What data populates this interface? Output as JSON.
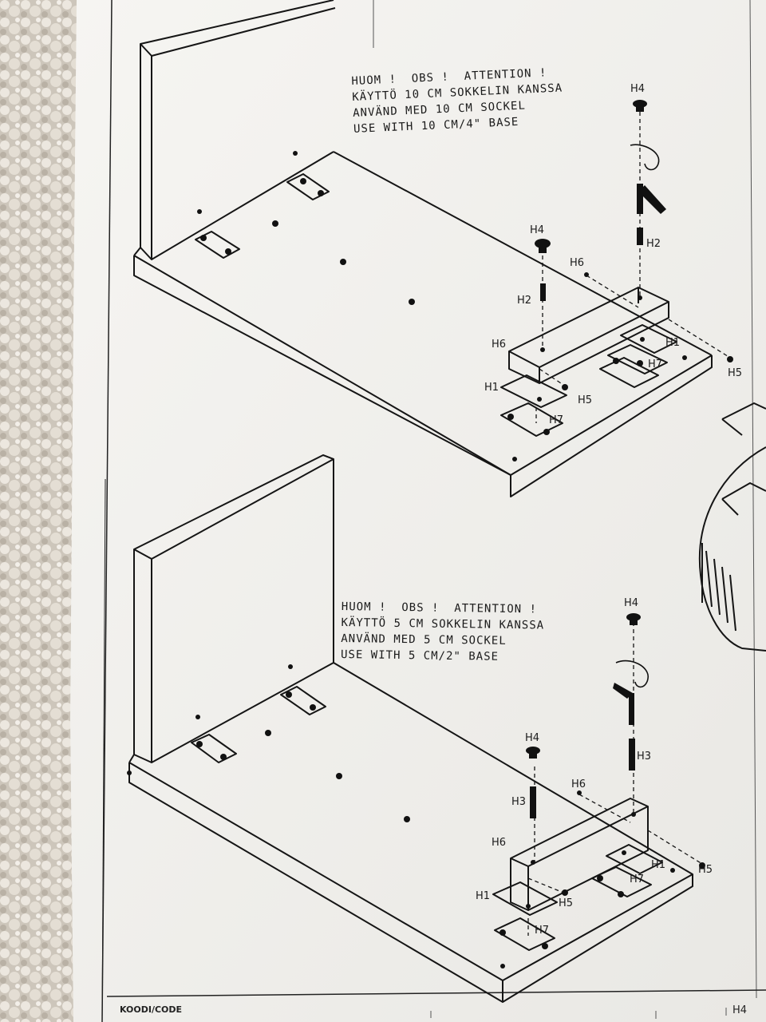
{
  "top_panel": {
    "note": {
      "line1": "HUOM !  OBS !  ATTENTION !",
      "line2": "KÄYTTÖ 10 CM SOKKELIN KANSSA",
      "line3": "ANVÄND MED 10 CM SOCKEL",
      "line4": "USE WITH 10 CM/4\" BASE"
    },
    "parts": {
      "h4_right": "H4",
      "h2_right": "H2",
      "h4_left": "H4",
      "h2_left": "H2",
      "h6_top": "H6",
      "h6_left": "H6",
      "h1_right": "H1",
      "h7_right": "H7",
      "h5_right": "H5",
      "h1_left": "H1",
      "h5_mid": "H5",
      "h7_left": "H7"
    }
  },
  "bottom_panel": {
    "note": {
      "line1": "HUOM !  OBS !  ATTENTION !",
      "line2": "KÄYTTÖ 5 CM SOKKELIN KANSSA",
      "line3": "ANVÄND MED 5 CM SOCKEL",
      "line4": "USE WITH 5 CM/2\" BASE"
    },
    "parts": {
      "h4_right": "H4",
      "h3_right": "H3",
      "h4_left": "H4",
      "h3_left": "H3",
      "h6_top": "H6",
      "h6_left": "H6",
      "h1_right": "H1",
      "h7_right": "H7",
      "h5_right": "H5",
      "h1_left": "H1",
      "h5_mid": "H5",
      "h7_left": "H7"
    }
  },
  "footer": {
    "code_label": "KOODI/CODE",
    "right_label": "H4"
  }
}
